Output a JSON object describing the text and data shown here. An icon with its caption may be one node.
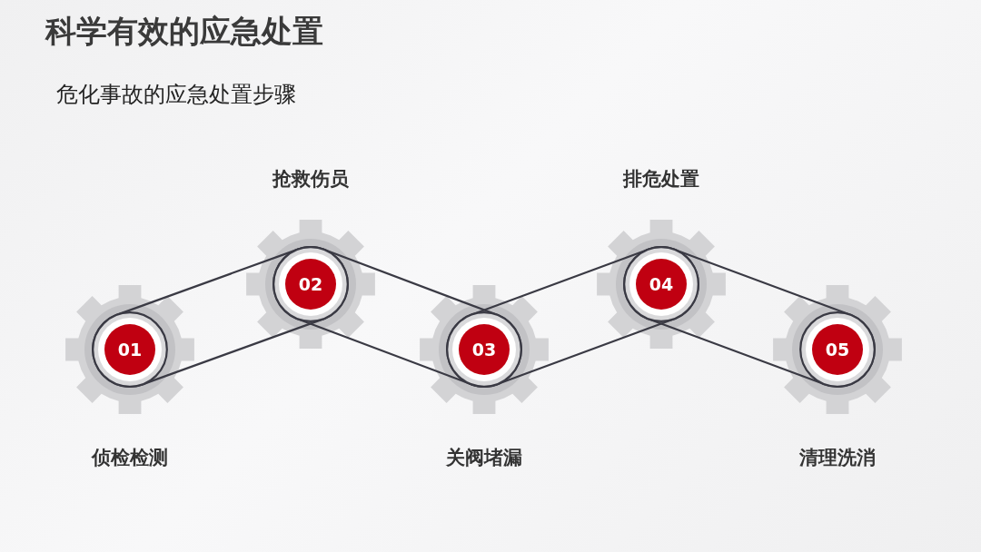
{
  "diagram": {
    "title": "科学有效的应急处置",
    "nodes": [
      {
        "text": [
          "01"
        ],
        "beside": [
          "侦检检测"
        ]
      },
      {
        "text": [
          "02"
        ],
        "beside": [
          "抢救伤员"
        ]
      },
      {
        "text": [
          "03"
        ],
        "beside": [
          "关阀堵漏"
        ]
      },
      {
        "text": [
          "04"
        ],
        "beside": [
          "排危处置"
        ]
      },
      {
        "text": [
          "05"
        ],
        "beside": [
          "清理洗消"
        ]
      }
    ],
    "edges": [
      {
        "from": 0,
        "to": 1,
        "arrow": "none"
      },
      {
        "from": 1,
        "to": 2,
        "arrow": "none"
      },
      {
        "from": 2,
        "to": 3,
        "arrow": "none"
      },
      {
        "from": 3,
        "to": 4,
        "arrow": "none"
      }
    ],
    "labels": [
      "危化事故的应急处置步骤"
    ]
  }
}
